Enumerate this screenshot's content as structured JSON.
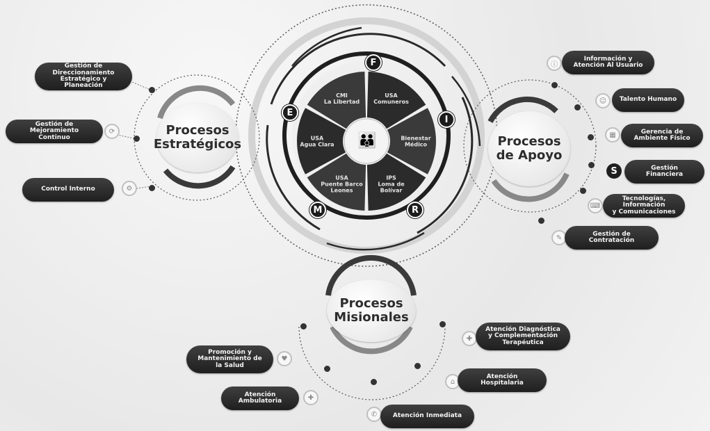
{
  "hubs": {
    "strategic": [
      "Procesos",
      "Estratégicos"
    ],
    "support": [
      "Procesos",
      "de Apoyo"
    ],
    "missional": [
      "Procesos",
      "Misionales"
    ]
  },
  "center": {
    "segments": [
      {
        "lines": [
          "USA",
          "Comuneros"
        ]
      },
      {
        "lines": [
          "Bienestar",
          "Médico"
        ]
      },
      {
        "lines": [
          "IPS",
          "Loma de",
          "Bolívar"
        ]
      },
      {
        "lines": [
          "USA",
          "Puente Barco",
          "Leones"
        ]
      },
      {
        "lines": [
          "USA",
          "Agua Clara"
        ]
      },
      {
        "lines": [
          "CMI",
          "La Libertad"
        ]
      }
    ],
    "letters": [
      "F",
      "I",
      "R",
      "M",
      "E"
    ]
  },
  "strategic_items": [
    {
      "label": [
        "Gestión de",
        "Direccionamiento",
        "Estratégico y Planeación"
      ]
    },
    {
      "label": [
        "Gestión de Mejoramiento",
        "Continuo"
      ]
    },
    {
      "label": [
        "Control Interno"
      ]
    }
  ],
  "support_items": [
    {
      "label": [
        "Información y",
        "Atención Al Usuario"
      ]
    },
    {
      "label": [
        "Talento Humano"
      ]
    },
    {
      "label": [
        "Gerencia de",
        "Ambiente Físico"
      ]
    },
    {
      "label": [
        "Gestión Financiera"
      ]
    },
    {
      "label": [
        "Tecnologías, Información",
        "y Comunicaciones"
      ]
    },
    {
      "label": [
        "Gestión de Contratación"
      ]
    }
  ],
  "missional_items": [
    {
      "label": [
        "Atención Diagnóstica",
        "y Complementación",
        "Terapéutica"
      ]
    },
    {
      "label": [
        "Atención Hospitalaria"
      ]
    },
    {
      "label": [
        "Atención Inmediata"
      ]
    },
    {
      "label": [
        "Atención",
        "Ambulatoria"
      ]
    },
    {
      "label": [
        "Promoción y",
        "Mantenimiento de",
        "la Salud"
      ]
    }
  ],
  "icons": {
    "finance": "S"
  },
  "colors": {
    "pill": "#2a2a2a",
    "segment_dark": "#2b2b2b",
    "segment_mid": "#3a3a3a"
  }
}
